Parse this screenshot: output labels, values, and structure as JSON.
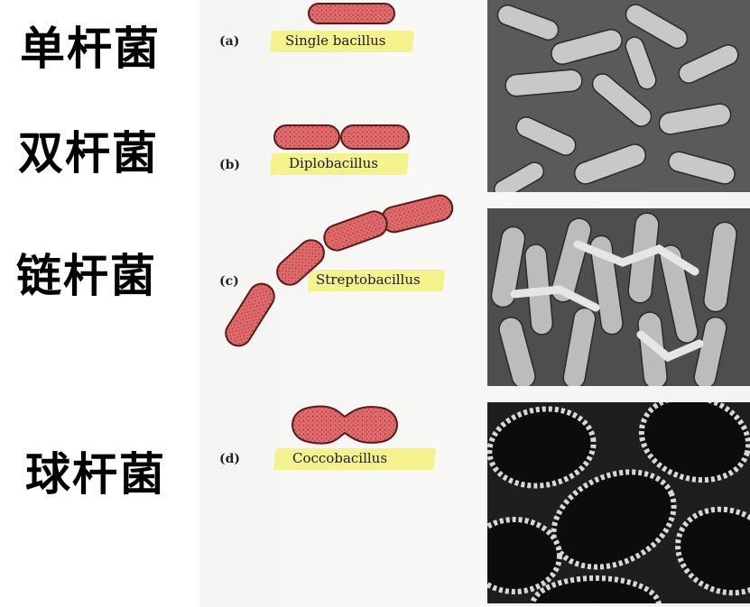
{
  "rows": [
    {
      "cn_label": "单杆菌",
      "letter": "(a)",
      "label": "Single bacillus"
    },
    {
      "cn_label": "双杆菌",
      "letter": "(b)",
      "label": "Diplobacillus"
    },
    {
      "cn_label": "链杆菌",
      "letter": "(c)",
      "label": "Streptobacillus"
    },
    {
      "cn_label": "球杆菌",
      "letter": "(d)",
      "label": "Coccobacillus"
    }
  ],
  "colors": {
    "cell_fill": "#e06a6c",
    "cell_stroke": "#5a1a1a",
    "highlight": "#f3f06a",
    "photo_bg": "#4a4a4a"
  }
}
